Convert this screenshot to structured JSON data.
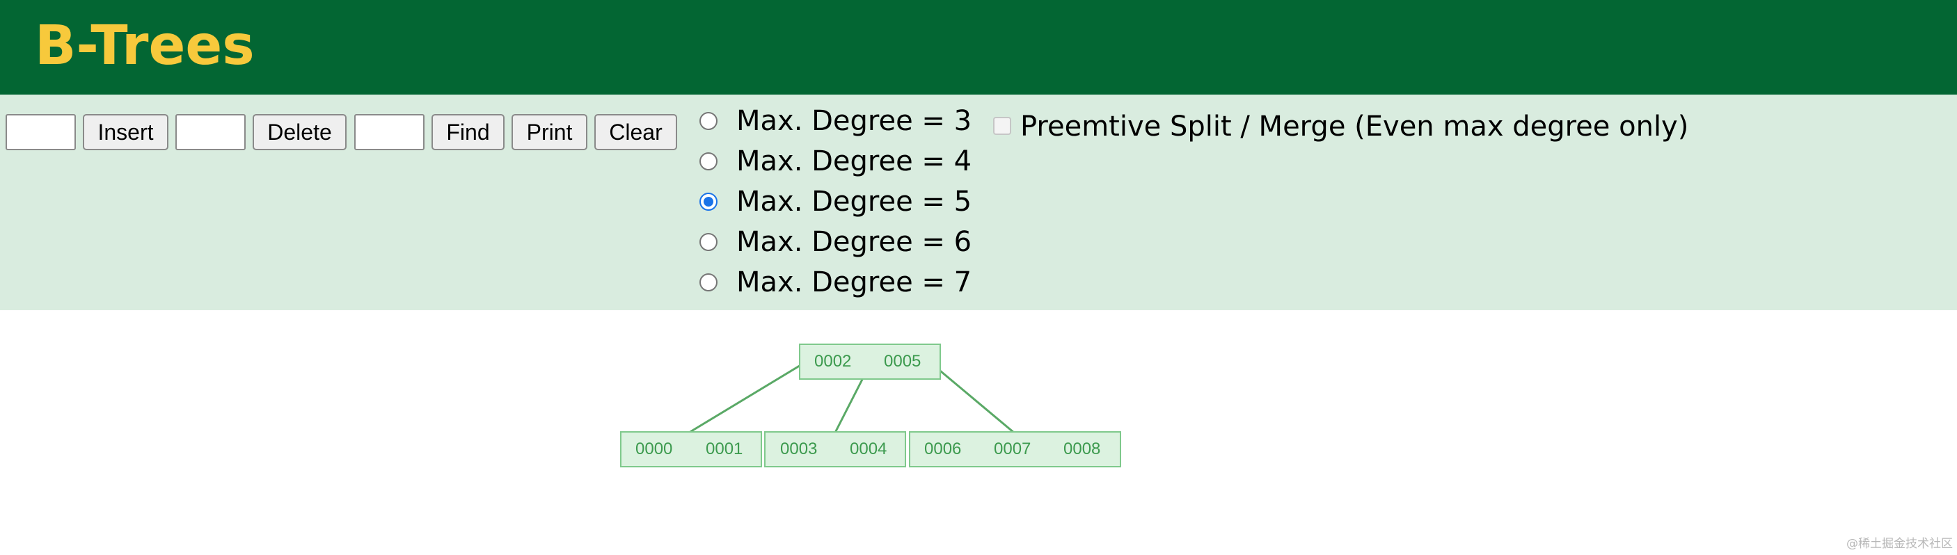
{
  "header": {
    "title": "B-Trees"
  },
  "toolbar": {
    "insert_input": {
      "value": ""
    },
    "insert_label": "Insert",
    "delete_input": {
      "value": ""
    },
    "delete_label": "Delete",
    "find_input": {
      "value": ""
    },
    "find_label": "Find",
    "print_label": "Print",
    "clear_label": "Clear"
  },
  "degree_options": [
    {
      "label": "Max. Degree = 3",
      "checked": false
    },
    {
      "label": "Max. Degree = 4",
      "checked": false
    },
    {
      "label": "Max. Degree = 5",
      "checked": true
    },
    {
      "label": "Max. Degree = 6",
      "checked": false
    },
    {
      "label": "Max. Degree = 7",
      "checked": false
    }
  ],
  "preemptive": {
    "label": "Preemtive Split / Merge (Even max degree only)",
    "checked": false
  },
  "tree": {
    "root": {
      "keys": [
        "0002",
        "0005"
      ]
    },
    "children": [
      {
        "keys": [
          "0000",
          "0001"
        ]
      },
      {
        "keys": [
          "0003",
          "0004"
        ]
      },
      {
        "keys": [
          "0006",
          "0007",
          "0008"
        ]
      }
    ]
  },
  "colors": {
    "header_bg": "#036633",
    "title": "#f7c93c",
    "controls_bg": "#d9ecdf",
    "node_fill": "#dcf2e0",
    "node_border": "#7fc98c",
    "node_text": "#3c9a4e",
    "edge": "#5aa966",
    "radio_checked": "#1a73e8"
  },
  "watermark": "@稀土掘金技术社区"
}
